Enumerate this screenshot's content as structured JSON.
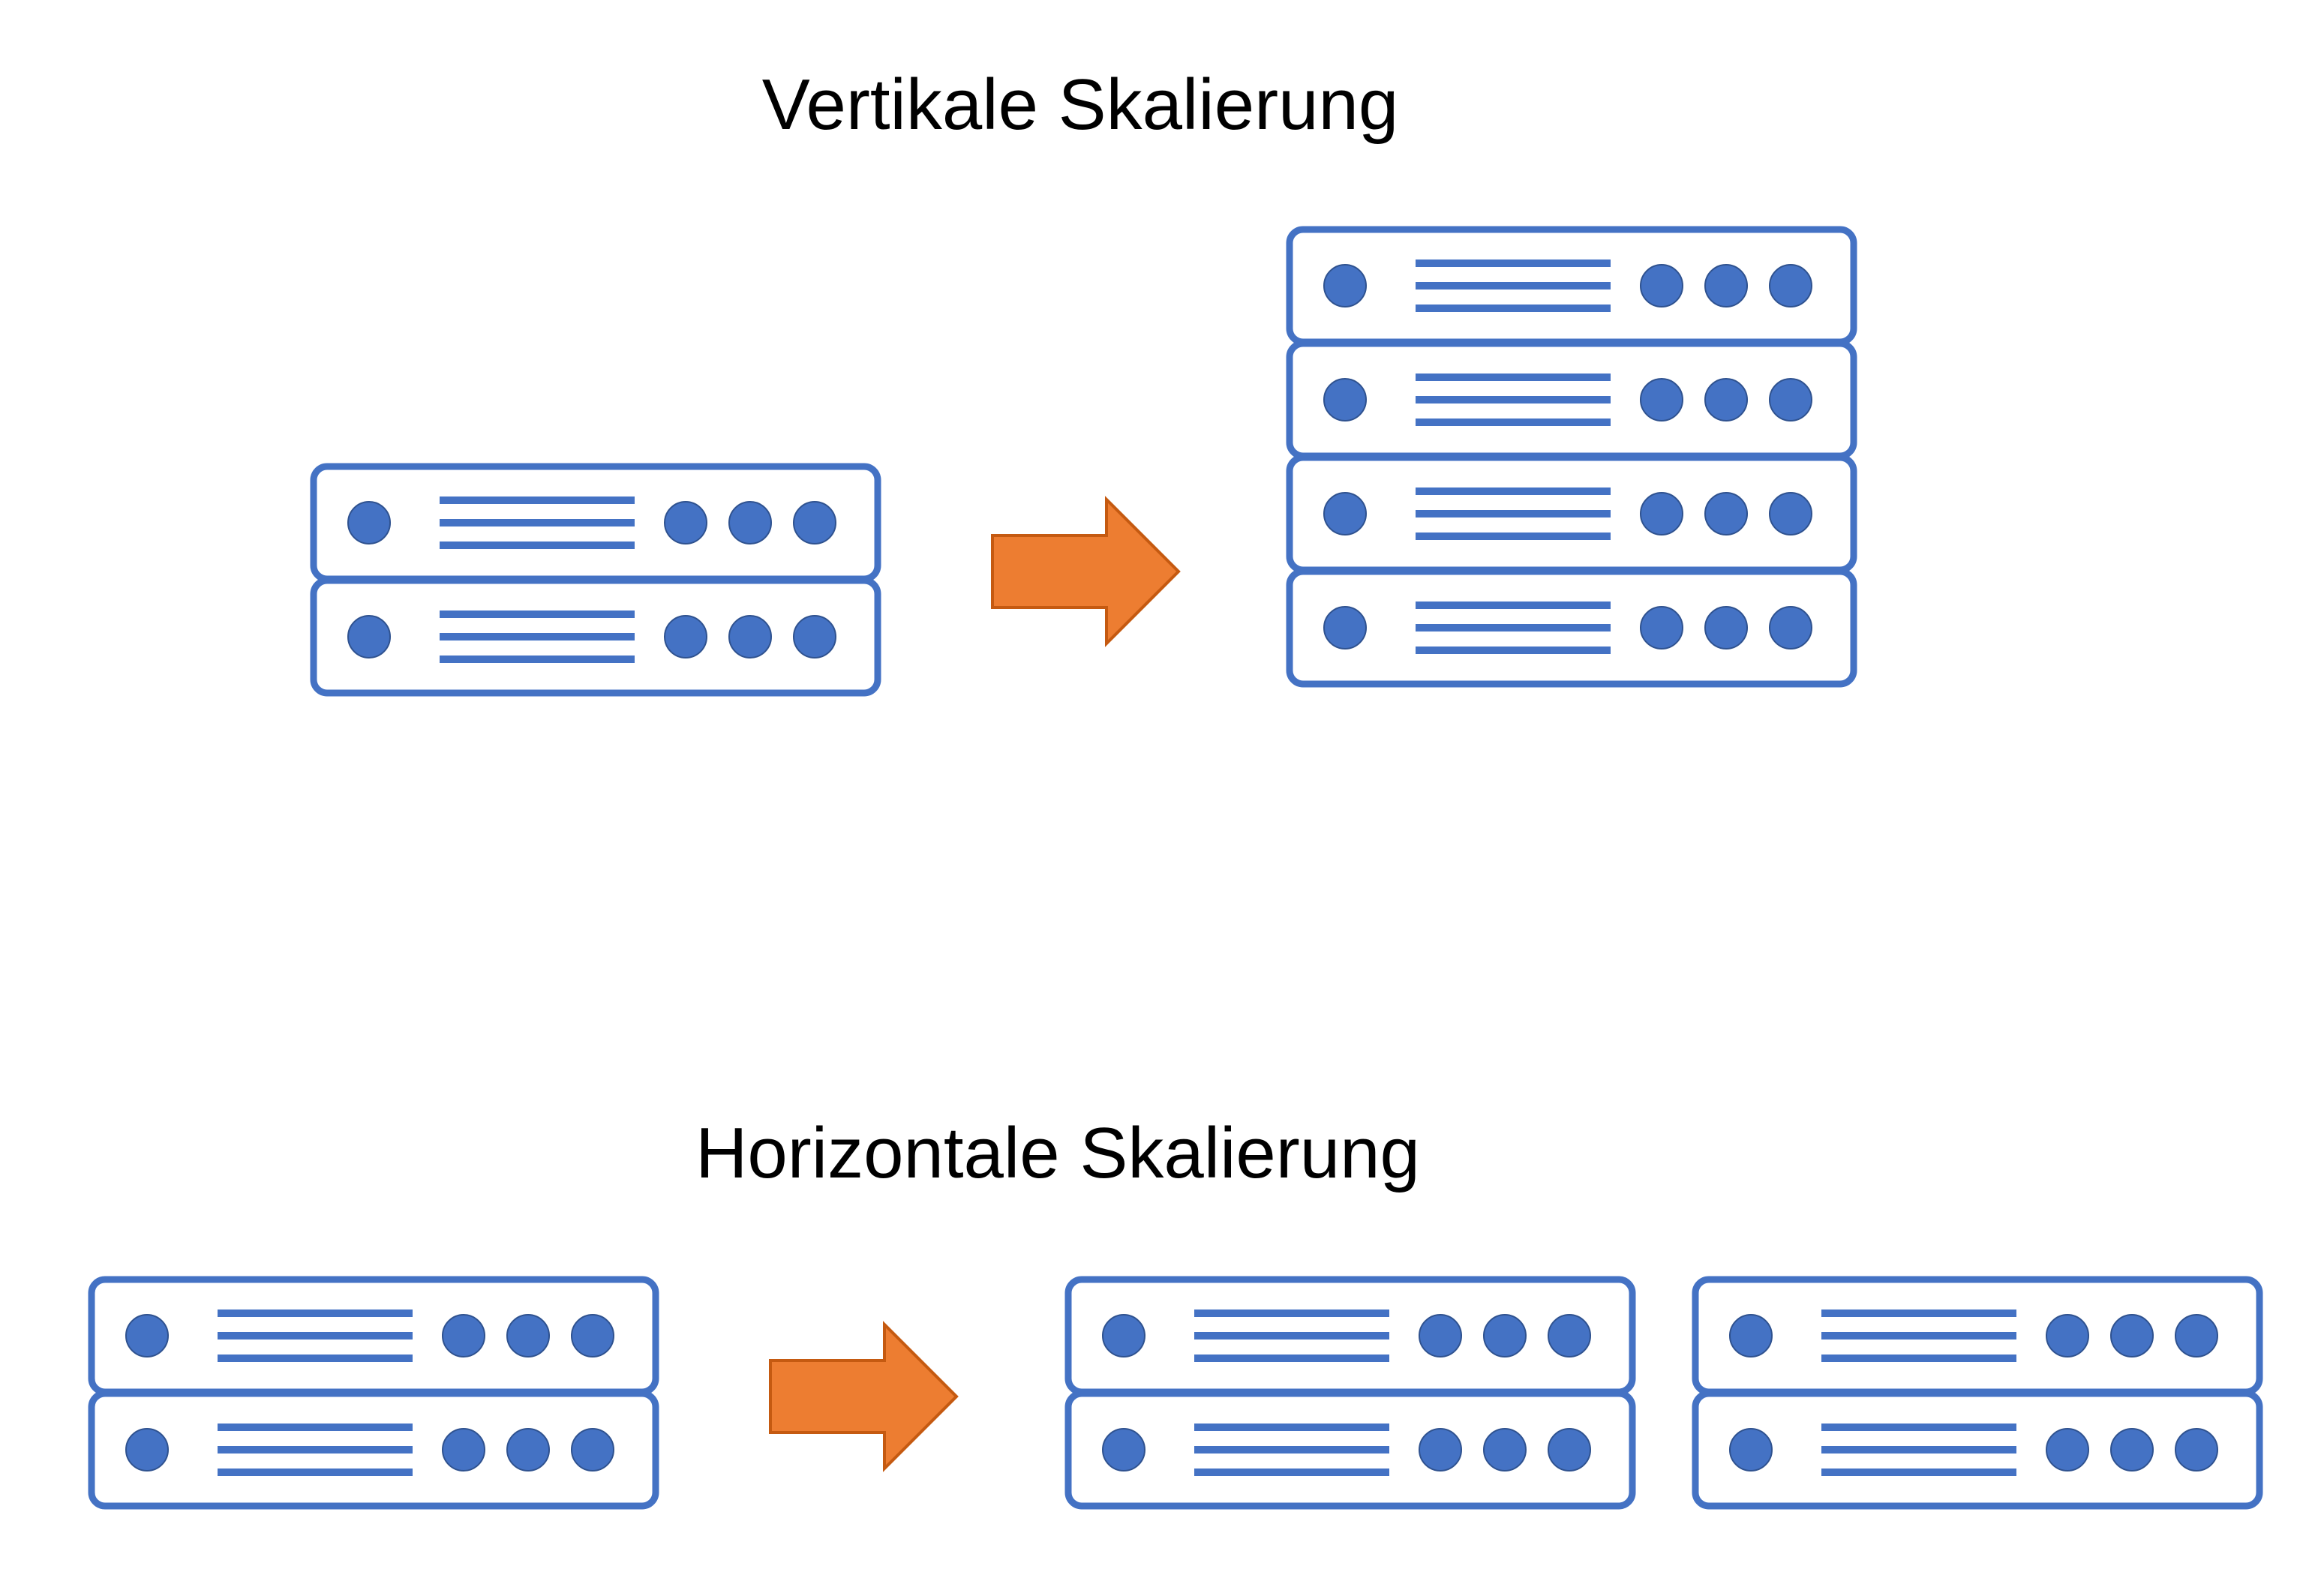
{
  "sections": {
    "vertical": {
      "title": "Vertikale Skalierung",
      "before_server_units": 2,
      "after_server_units": 4
    },
    "horizontal": {
      "title": "Horizontale Skalierung",
      "before_server_units": 2,
      "after_servers": 2,
      "after_server_units_each": 2
    }
  },
  "colors": {
    "server_outline": "#4472C4",
    "server_fill": "#FFFFFF",
    "indicator_fill": "#4472C4",
    "indicator_stroke": "#2F528F",
    "arrow_fill": "#ED7D31",
    "arrow_stroke": "#C55A11",
    "title_text": "#000000"
  },
  "icons": {
    "server": "server-rack-unit-icon",
    "arrow": "right-arrow-icon"
  }
}
